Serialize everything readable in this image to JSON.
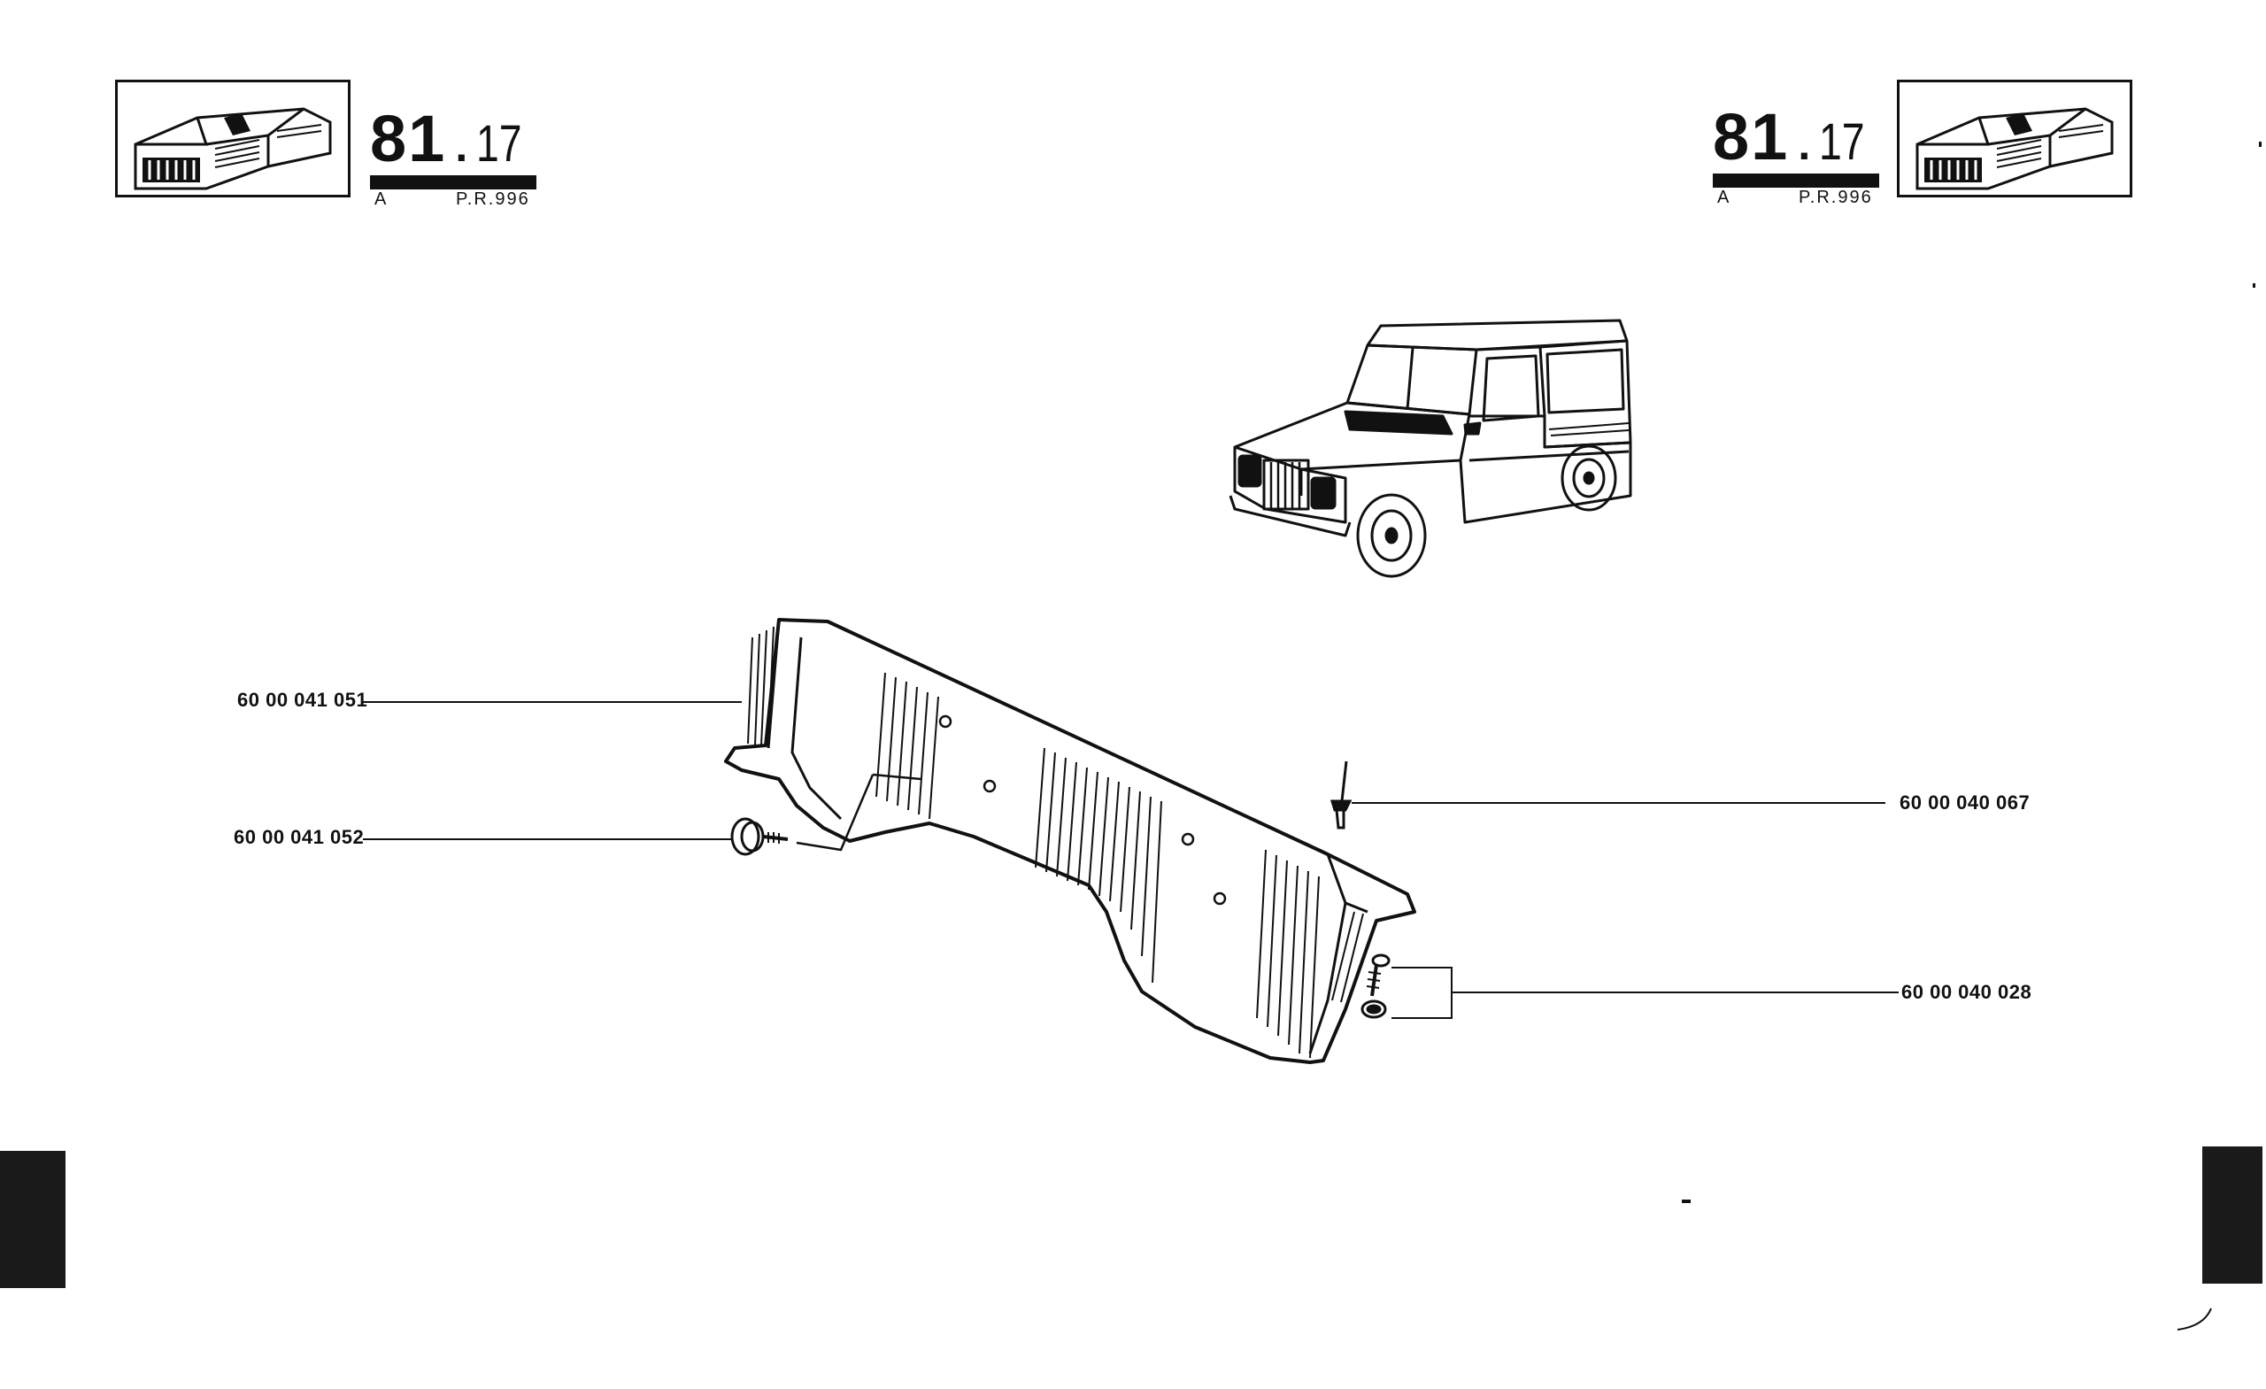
{
  "header": {
    "left": {
      "major": "81",
      "minor": "17",
      "variant": "A",
      "ref": "P.R.996"
    },
    "right": {
      "major": "81",
      "minor": "17",
      "variant": "A",
      "ref": "P.R.996"
    }
  },
  "parts": [
    {
      "id": "p1",
      "number": "60 00 041 051"
    },
    {
      "id": "p2",
      "number": "60 00 041 052"
    },
    {
      "id": "p3",
      "number": "60 00 040 067"
    },
    {
      "id": "p4",
      "number": "60 00 040 028"
    }
  ]
}
